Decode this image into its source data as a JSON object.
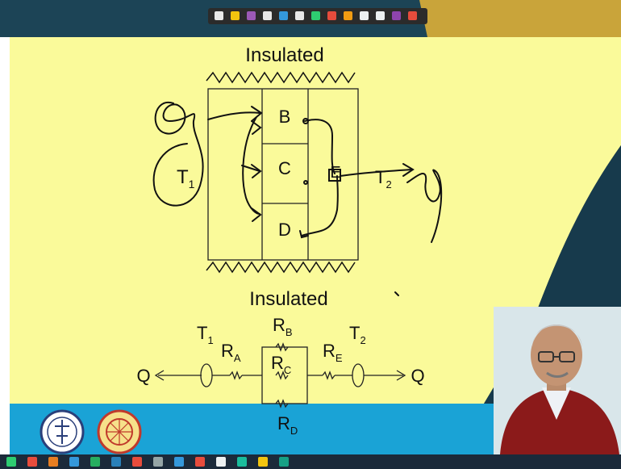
{
  "slide": {
    "top_label": "Insulated",
    "bottom_label": "Insulated",
    "block_b": "B",
    "block_c": "C",
    "block_d": "D",
    "block_e": "E",
    "temp_left": "T",
    "temp_left_sub": "1",
    "temp_right": "T",
    "temp_right_sub": "2"
  },
  "circuit": {
    "q_left": "Q",
    "q_right": "Q",
    "t1": "T",
    "t1_sub": "1",
    "t2": "T",
    "t2_sub": "2",
    "ra": "R",
    "ra_sub": "A",
    "rb": "R",
    "rb_sub": "B",
    "rc": "R",
    "rc_sub": "C",
    "rd": "R",
    "rd_sub": "D",
    "re": "R",
    "re_sub": "E"
  },
  "toolbar": {
    "tools": [
      "pen-icon",
      "pen-icon",
      "highlighter-icon",
      "pen-icon",
      "pen-icon",
      "text-icon",
      "pen-icon",
      "pen-icon",
      "eraser-icon",
      "pointer-icon",
      "pointer-icon",
      "color-icon",
      "close-icon"
    ]
  },
  "colors": {
    "slide_bg": "#fafa9a",
    "top_band": "#1c4456",
    "gold_band": "#c9a43a",
    "bottom_band": "#1aa3d6",
    "ink": "#111111",
    "taskbar": "#1b2a3a"
  }
}
